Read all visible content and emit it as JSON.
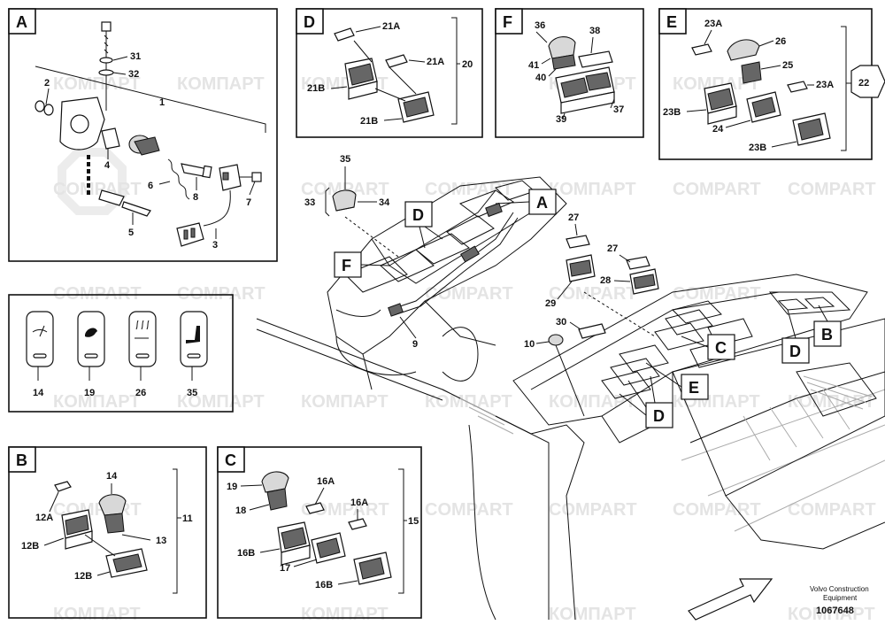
{
  "watermark": "КОМПАРТ",
  "watermark_alt": "COMPART",
  "panels": [
    {
      "id": "A",
      "letter": "A",
      "group_label": "1",
      "parts": [
        "31",
        "32",
        "2",
        "4",
        "6",
        "8",
        "7",
        "5",
        "3"
      ]
    },
    {
      "id": "icons",
      "parts": [
        "14",
        "19",
        "26",
        "35"
      ]
    },
    {
      "id": "B",
      "letter": "B",
      "group_label": "11",
      "parts": [
        "14",
        "12A",
        "12B",
        "13",
        "12B"
      ]
    },
    {
      "id": "C",
      "letter": "C",
      "group_label": "15",
      "parts": [
        "19",
        "18",
        "16A",
        "16A",
        "16B",
        "17",
        "16B"
      ]
    },
    {
      "id": "D",
      "letter": "D",
      "group_label": "20",
      "parts": [
        "21A",
        "21A",
        "21B",
        "21B"
      ]
    },
    {
      "id": "F",
      "letter": "F",
      "parts": [
        "36",
        "38",
        "41",
        "40",
        "39",
        "37"
      ]
    },
    {
      "id": "E",
      "letter": "E",
      "group_label": "22",
      "parts": [
        "23A",
        "26",
        "25",
        "23A",
        "23B",
        "24",
        "23B"
      ]
    }
  ],
  "main_labels": {
    "callouts": [
      "A",
      "D",
      "F",
      "C",
      "E",
      "D",
      "D",
      "B"
    ],
    "parts": [
      "35",
      "33",
      "34",
      "27",
      "27",
      "28",
      "29",
      "30",
      "10",
      "9"
    ]
  },
  "footer": {
    "brand_line1": "Volvo Construction",
    "brand_line2": "Equipment",
    "drawing_number": "1067648"
  }
}
